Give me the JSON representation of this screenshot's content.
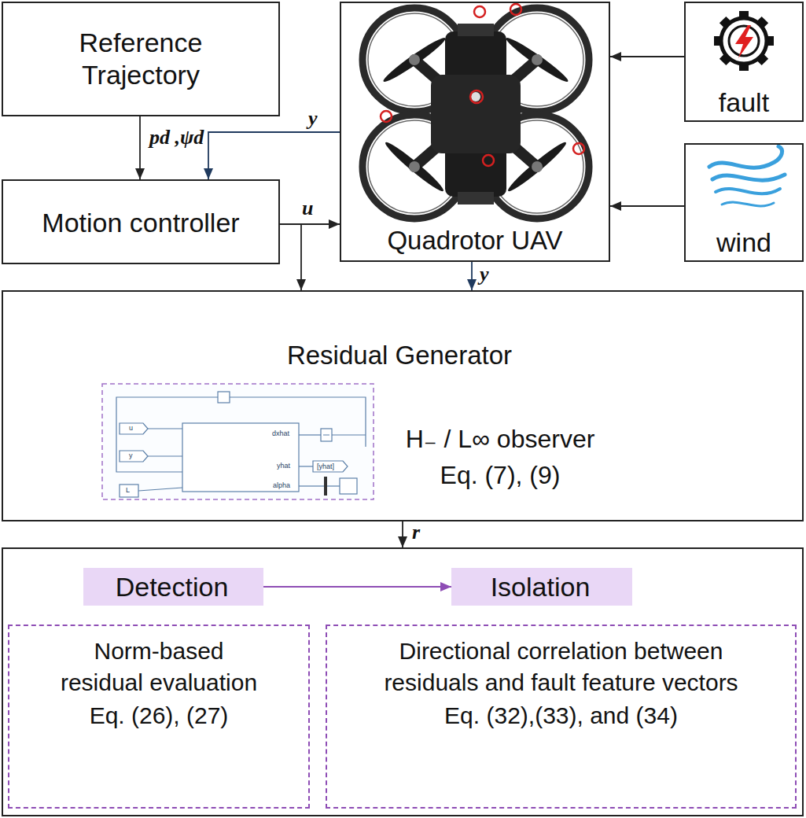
{
  "diagram": {
    "nodes": [
      {
        "text": [
          "Reference Trajectory"
        ]
      },
      {
        "text": [
          "Quadrotor UAV"
        ]
      },
      {
        "text": [
          "fault"
        ]
      },
      {
        "text": [
          "wind"
        ]
      },
      {
        "text": [
          "Motion controller"
        ]
      },
      {
        "text": [
          "Residual Generator",
          "H₋ / L∞ observer",
          "Eq. (7), (9)"
        ]
      },
      {
        "text": []
      },
      {
        "text": [
          "Detection"
        ],
        "in": 6
      },
      {
        "text": [
          "Isolation"
        ],
        "in": 6
      },
      {
        "text": [
          "Norm-based residual evaluation",
          "Eq. (26), (27)"
        ],
        "in": 6
      },
      {
        "text": [
          "Directional correlation between residuals and fault feature vectors",
          "Eq. (32),(33), and (34)"
        ],
        "in": 6
      }
    ],
    "edges": [
      {
        "from": 0,
        "to": 4,
        "label": "pd ,ψd",
        "arrow": "to"
      },
      {
        "from": 1,
        "to": 4,
        "label": "y",
        "arrow": "to"
      },
      {
        "from": 4,
        "to": 1,
        "label": "u",
        "arrow": "to"
      },
      {
        "from": 4,
        "to": 5,
        "arrow": "to"
      },
      {
        "from": 1,
        "to": 5,
        "label": "y",
        "arrow": "to"
      },
      {
        "from": 2,
        "to": 1,
        "arrow": "to"
      },
      {
        "from": 3,
        "to": 1,
        "arrow": "to"
      },
      {
        "from": 5,
        "to": 6,
        "label": "r",
        "arrow": "to"
      },
      {
        "from": 7,
        "to": 8,
        "arrow": "to"
      }
    ],
    "labels": [
      "u",
      "y",
      "L",
      "dxhat",
      "yhat",
      "[yhat]",
      "alpha"
    ]
  }
}
